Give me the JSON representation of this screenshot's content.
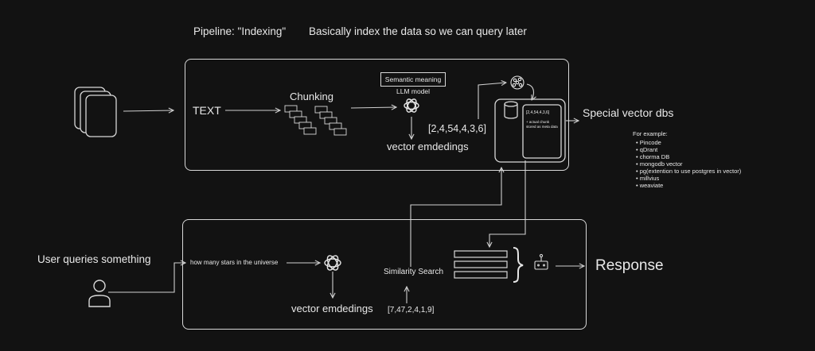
{
  "header": {
    "pipeline_title": "Pipeline: \"Indexing\"",
    "pipeline_subtitle": "Basically index the data so we can query later"
  },
  "indexing": {
    "text_label": "TEXT",
    "chunking_label": "Chunking",
    "semantic_box_label": "Semantic meaning",
    "llm_model_label": "LLM model",
    "vector_embeddings_label": "vector emdedings",
    "vector_values": "[2,4,54,4,3,6]",
    "db_card_vector": "[2,4,54,4,3,6]",
    "db_card_note": "+ actual chunk stored as meta data",
    "special_vector_dbs_label": "Special vector dbs"
  },
  "vector_db_examples": {
    "heading": "For example:",
    "items": [
      "Pincode",
      "qDrant",
      "chorma DB",
      "mongodb vector",
      "pg(extention to use postgres in vector)",
      "millvius",
      "weaviate"
    ]
  },
  "query": {
    "user_label": "User queries something",
    "query_text": "how many stars in the universe",
    "vector_embeddings_label": "vector emdedings",
    "similarity_search_label": "Similarity Search",
    "query_vector_values": "[7,47,2,4,1,9]",
    "response_label": "Response"
  },
  "icons": [
    "documents-icon",
    "chunks-icon",
    "openai-icon",
    "cluster-icon",
    "database-icon",
    "user-icon",
    "results-stack-icon",
    "curly-brace-icon",
    "llm-bot-icon"
  ]
}
